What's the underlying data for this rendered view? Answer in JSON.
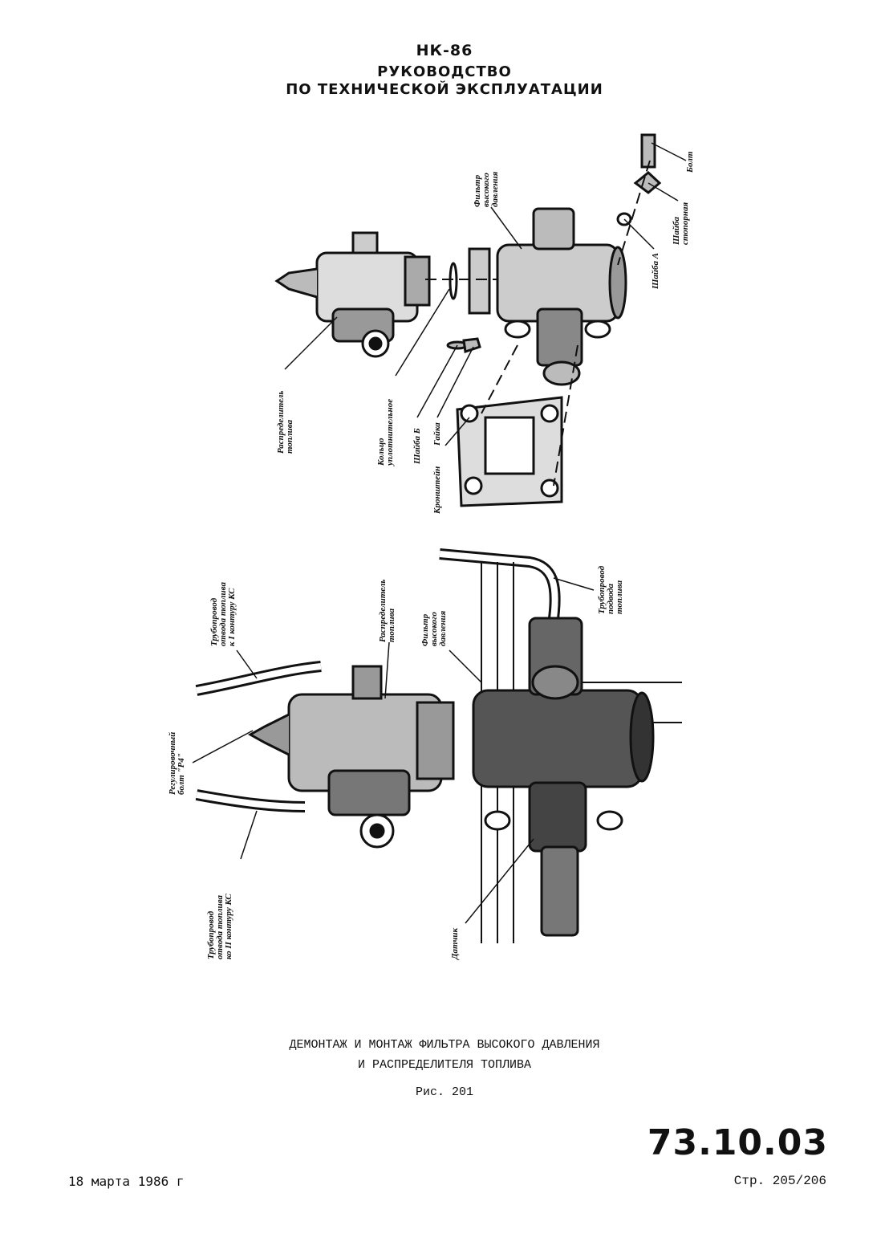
{
  "header": {
    "line1": "НК-86",
    "line2": "РУКОВОДСТВО",
    "line3": "ПО ТЕХНИЧЕСКОЙ ЭКСПЛУАТАЦИИ"
  },
  "top_figure": {
    "labels": {
      "bolt": "Болт",
      "lock_washer": [
        "Шайба",
        "стопорная"
      ],
      "washer_a": "Шайба А",
      "hp_filter": [
        "Фильтр",
        "высокого",
        "давления"
      ],
      "distributor": [
        "Распределитель",
        "топлива"
      ],
      "seal_ring": [
        "Кольцо",
        "уплотнительное"
      ],
      "washer_b": "Шайба Б",
      "nut": "Гайка",
      "bracket": "Кронштейн"
    }
  },
  "bottom_figure": {
    "labels": {
      "pipe_circuit1": [
        "Трубопровод",
        "отвода топлива",
        "к I контуру КС"
      ],
      "distributor": [
        "Распределитель",
        "топлива"
      ],
      "hp_filter": [
        "Фильтр",
        "высокого",
        "давления"
      ],
      "supply_pipe": [
        "Трубопровод",
        "подвода",
        "топлива"
      ],
      "adj_bolt": [
        "Регулировочный",
        "болт \"Р4\""
      ],
      "pipe_circuit2": [
        "Трубопровод",
        "отвода топлива",
        "ко II контуру КС"
      ],
      "sensor": "Датчик"
    }
  },
  "caption": {
    "line1": "ДЕМОНТАЖ И МОНТАЖ ФИЛЬТРА ВЫСОКОГО ДАВЛЕНИЯ",
    "line2": "И РАСПРЕДЕЛИТЕЛЯ ТОПЛИВА",
    "figure": "Рис. 201"
  },
  "footer": {
    "date": "18 марта 1986 г",
    "section": "73.10.03",
    "page": "Стр. 205/206"
  }
}
